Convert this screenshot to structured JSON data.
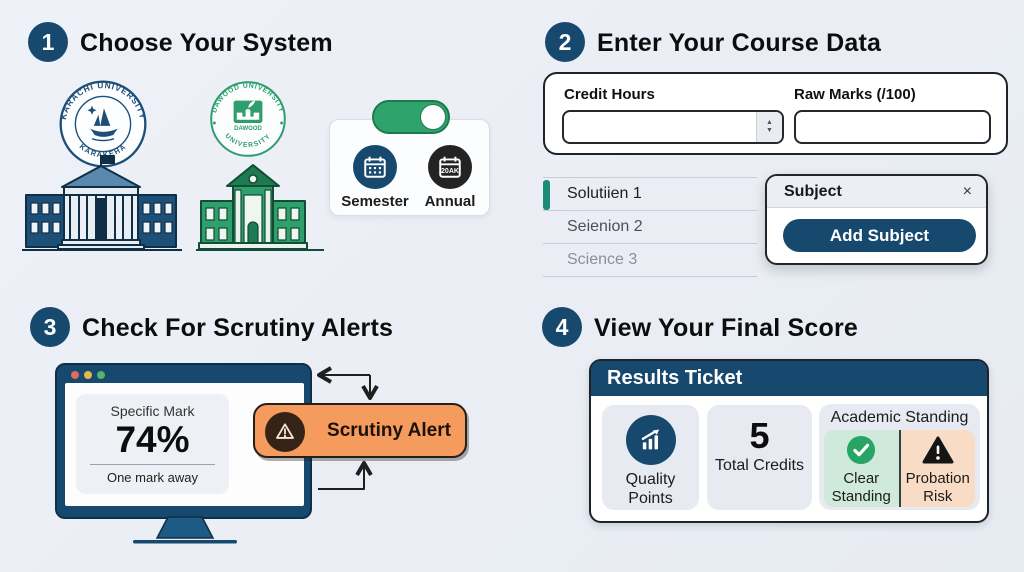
{
  "colors": {
    "navy": "#17496f",
    "toggle_green": "#2fa36b",
    "accent_teal": "#1e8a78",
    "alert_orange": "#f59b5d",
    "mint": "#cfe9da",
    "peach": "#f8dcc5",
    "dot_red": "#e06c5f",
    "dot_yellow": "#e8b54e",
    "dot_green": "#53b46c",
    "background": "#e9edf4"
  },
  "icons": {
    "close": "×",
    "spinner_up": "▲",
    "spinner_down": "▼"
  },
  "section1": {
    "number": "1",
    "title": "Choose Your System",
    "karachi_seal": {
      "top": "KARACHI UNIVERSITY",
      "bottom": "KARAKEHA"
    },
    "dawood_seal": {
      "top": "DAWOOD UNIVERSITY",
      "center": "DAWOOD",
      "bottom": "UNIVERSITY"
    },
    "toggle_state": "on",
    "options": [
      {
        "label": "Semester"
      },
      {
        "label": "Annual",
        "calendar_text": "20AK"
      }
    ]
  },
  "section2": {
    "number": "2",
    "title": "Enter Your Course Data",
    "fields": [
      {
        "label": "Credit Hours",
        "value": ""
      },
      {
        "label": "Raw Marks (/100)",
        "value": ""
      }
    ],
    "subjects": [
      {
        "label": "Solutiien 1"
      },
      {
        "label": "Seienion 2"
      },
      {
        "label": "Science 3"
      }
    ],
    "popup": {
      "title": "Subject",
      "close": "×",
      "button": "Add Subject"
    }
  },
  "section3": {
    "number": "3",
    "title": "Check For Scrutiny Alerts",
    "mark_card": {
      "label": "Specific Mark",
      "value": "74%",
      "note": "One mark away"
    },
    "alert_label": "Scrutiny Alert"
  },
  "section4": {
    "number": "4",
    "title": "View Your Final Score",
    "ticket": {
      "title": "Results Ticket",
      "tiles": [
        {
          "label": "Quality Points"
        },
        {
          "value": "5",
          "label": "Total Credits"
        },
        {
          "label": "Academic Standing",
          "standings": [
            {
              "label": "Clear Standing"
            },
            {
              "label": "Probation Risk"
            }
          ]
        }
      ]
    }
  }
}
